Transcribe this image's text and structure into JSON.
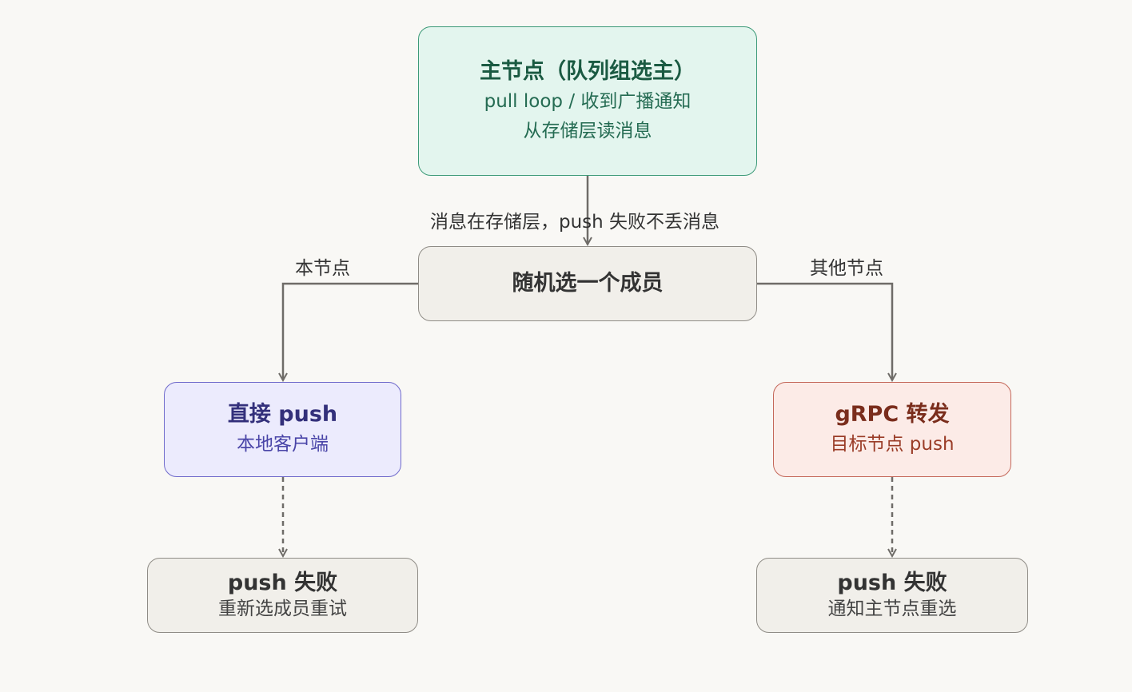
{
  "nodes": {
    "master": {
      "title": "主节点（队列组选主）",
      "line1": "pull loop / 收到广播通知",
      "line2": "从存储层读消息"
    },
    "random": {
      "title": "随机选一个成员"
    },
    "direct": {
      "title": "直接 push",
      "sub": "本地客户端"
    },
    "grpc": {
      "title": "gRPC 转发",
      "sub": "目标节点 push"
    },
    "fail_left": {
      "title": "push 失败",
      "sub": "重新选成员重试"
    },
    "fail_right": {
      "title": "push 失败",
      "sub": "通知主节点重选"
    }
  },
  "edges": {
    "master_to_random": "消息在存储层，push 失败不丢消息",
    "random_to_direct": "本节点",
    "random_to_grpc": "其他节点"
  },
  "colors": {
    "background": "#f9f8f5",
    "edge": "#6f6c68",
    "master_fill": "#e3f5ee",
    "direct_fill": "#ecebfd",
    "grpc_fill": "#fcebe7",
    "neutral_fill": "#f1efea"
  }
}
